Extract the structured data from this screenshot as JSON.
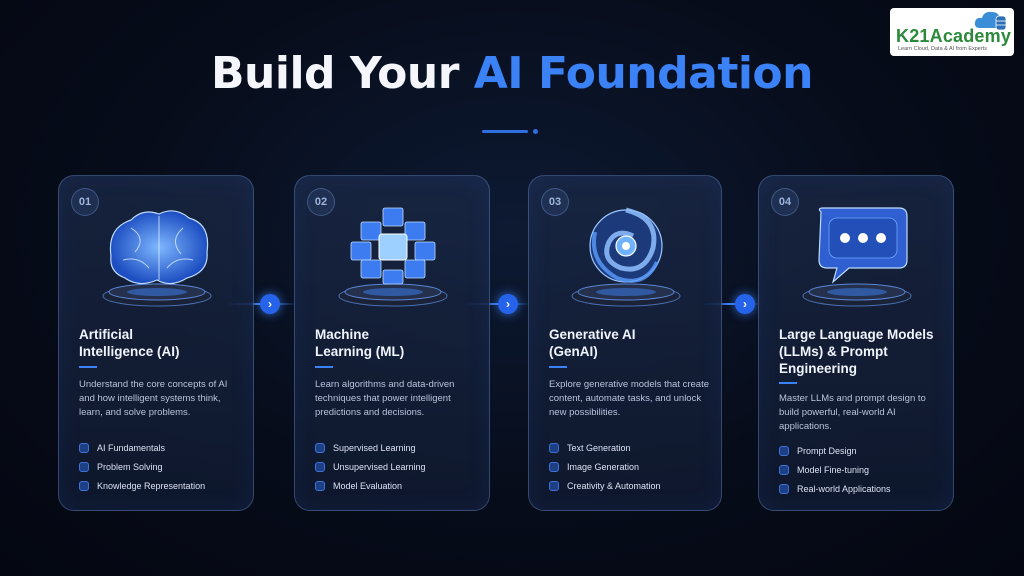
{
  "logo": {
    "name": "K21Academy",
    "tagline": "Learn Cloud, Data & AI from Experts"
  },
  "title": {
    "prefix": "Build Your ",
    "accent": "AI Foundation"
  },
  "colors": {
    "accent": "#3b82f6",
    "background": "#070c1a",
    "logo_green": "#2a8a3a"
  },
  "cards": [
    {
      "number": "01",
      "icon": "brain-icon",
      "title": "Artificial\nIntelligence (AI)",
      "description": "Understand the core concepts of AI and how intelligent systems think, learn, and solve problems.",
      "features": [
        "AI Fundamentals",
        "Problem Solving",
        "Knowledge Representation"
      ]
    },
    {
      "number": "02",
      "icon": "cube-cluster-icon",
      "title": "Machine\nLearning (ML)",
      "description": "Learn algorithms and data-driven techniques that power intelligent predictions and decisions.",
      "features": [
        "Supervised Learning",
        "Unsupervised Learning",
        "Model Evaluation"
      ]
    },
    {
      "number": "03",
      "icon": "swirl-orb-icon",
      "title": "Generative AI\n(GenAI)",
      "description": "Explore generative models that create content, automate tasks, and unlock new possibilities.",
      "features": [
        "Text Generation",
        "Image Generation",
        "Creativity & Automation"
      ]
    },
    {
      "number": "04",
      "icon": "chat-bubble-icon",
      "title": "Large Language Models\n(LLMs) & Prompt\nEngineering",
      "description": "Master LLMs and prompt design to build powerful, real-world AI applications.",
      "features": [
        "Prompt Design",
        "Model Fine-tuning",
        "Real-world Applications"
      ]
    }
  ],
  "arrow_glyph": "›"
}
